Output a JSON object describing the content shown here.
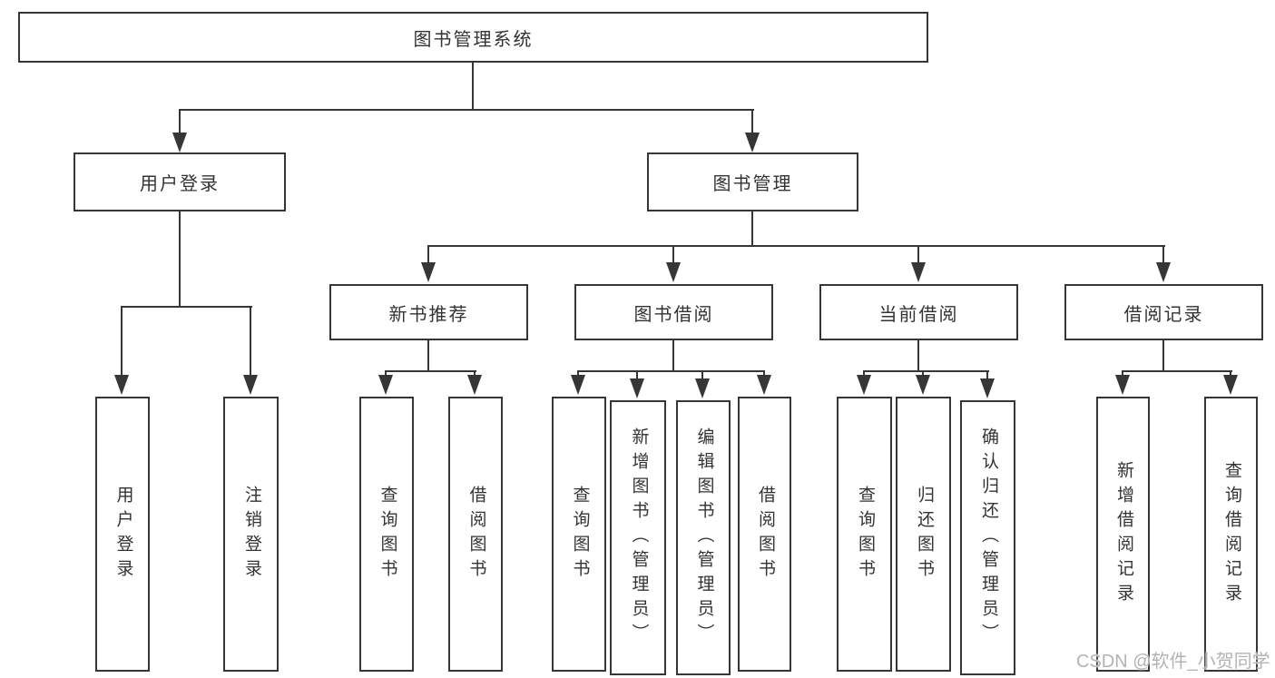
{
  "diagram": {
    "root": {
      "label": "图书管理系统"
    },
    "branches": [
      {
        "label": "用户登录",
        "children": [
          {
            "label": "用户登录"
          },
          {
            "label": "注销登录"
          }
        ]
      },
      {
        "label": "图书管理",
        "children": [
          {
            "label": "新书推荐",
            "children": [
              {
                "label": "查询图书"
              },
              {
                "label": "借阅图书"
              }
            ]
          },
          {
            "label": "图书借阅",
            "children": [
              {
                "label": "查询图书"
              },
              {
                "label": "新增图书（管理员）"
              },
              {
                "label": "编辑图书（管理员）"
              },
              {
                "label": "借阅图书"
              }
            ]
          },
          {
            "label": "当前借阅",
            "children": [
              {
                "label": "查询图书"
              },
              {
                "label": "归还图书"
              },
              {
                "label": "确认归还（管理员）"
              }
            ]
          },
          {
            "label": "借阅记录",
            "children": [
              {
                "label": "新增借阅记录"
              },
              {
                "label": "查询借阅记录"
              }
            ]
          }
        ]
      }
    ],
    "watermark": "CSDN @软件_小贺同学",
    "colors": {
      "line": "#363636",
      "text": "#333333",
      "background": "#ffffff",
      "watermark": "#b3b3b3"
    }
  }
}
